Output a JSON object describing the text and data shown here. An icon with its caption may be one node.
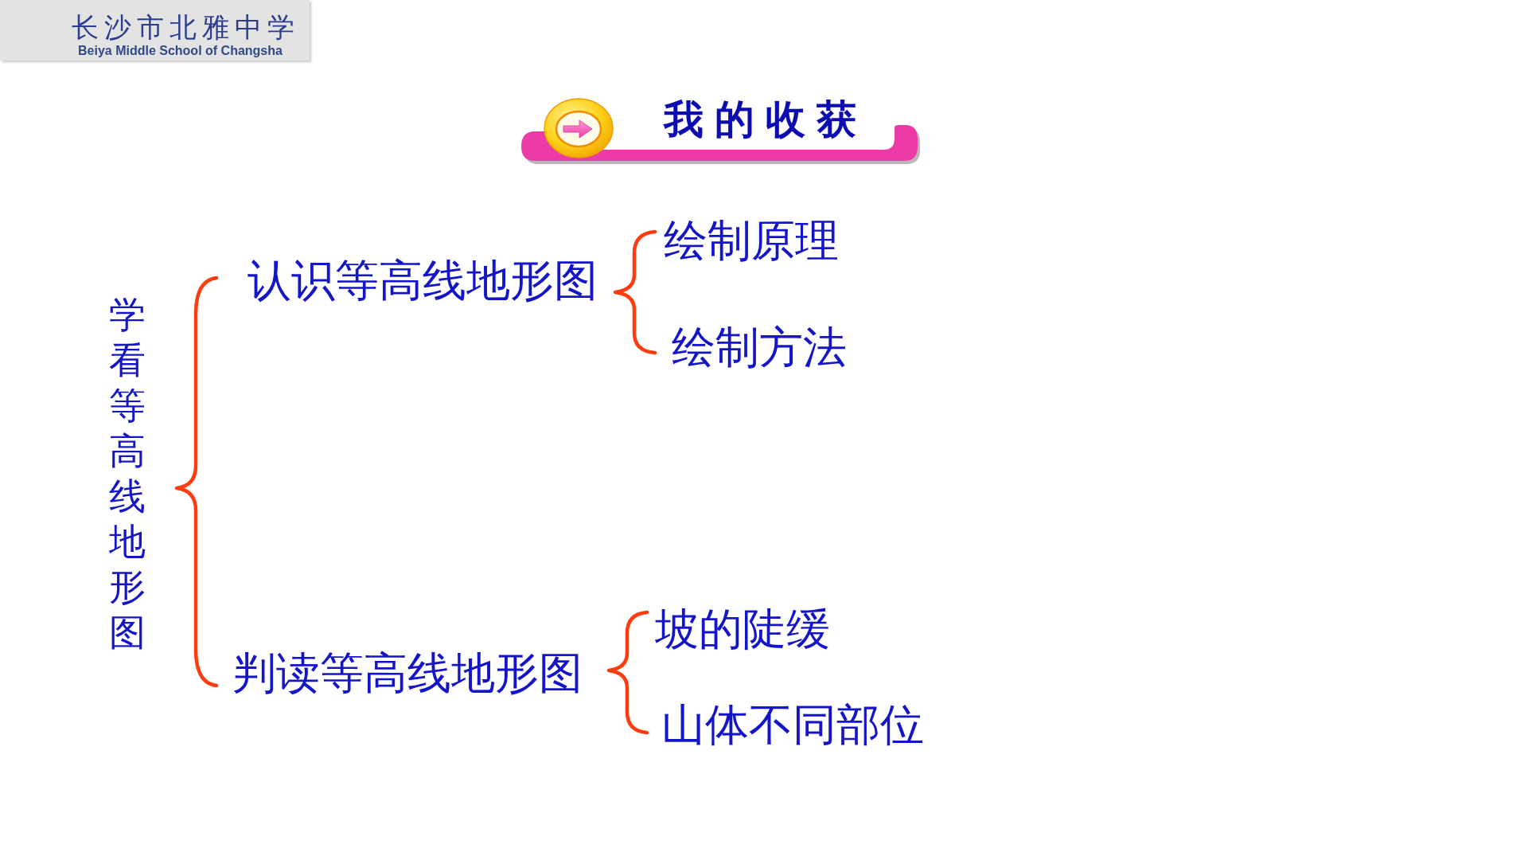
{
  "diagram": {
    "title": "我的收获",
    "nodes": [
      {
        "text": [
          "学看等高线地形图"
        ]
      },
      {
        "text": [
          "认识等高线地形图"
        ]
      },
      {
        "text": [
          "绘制原理"
        ]
      },
      {
        "text": [
          "绘制方法"
        ]
      },
      {
        "text": [
          "判读等高线地形图"
        ]
      },
      {
        "text": [
          "坡的陡缓"
        ]
      },
      {
        "text": [
          "山体不同部位"
        ]
      }
    ],
    "labels": [
      "长沙市北雅中学",
      "Beiya Middle School of Changsha"
    ]
  }
}
